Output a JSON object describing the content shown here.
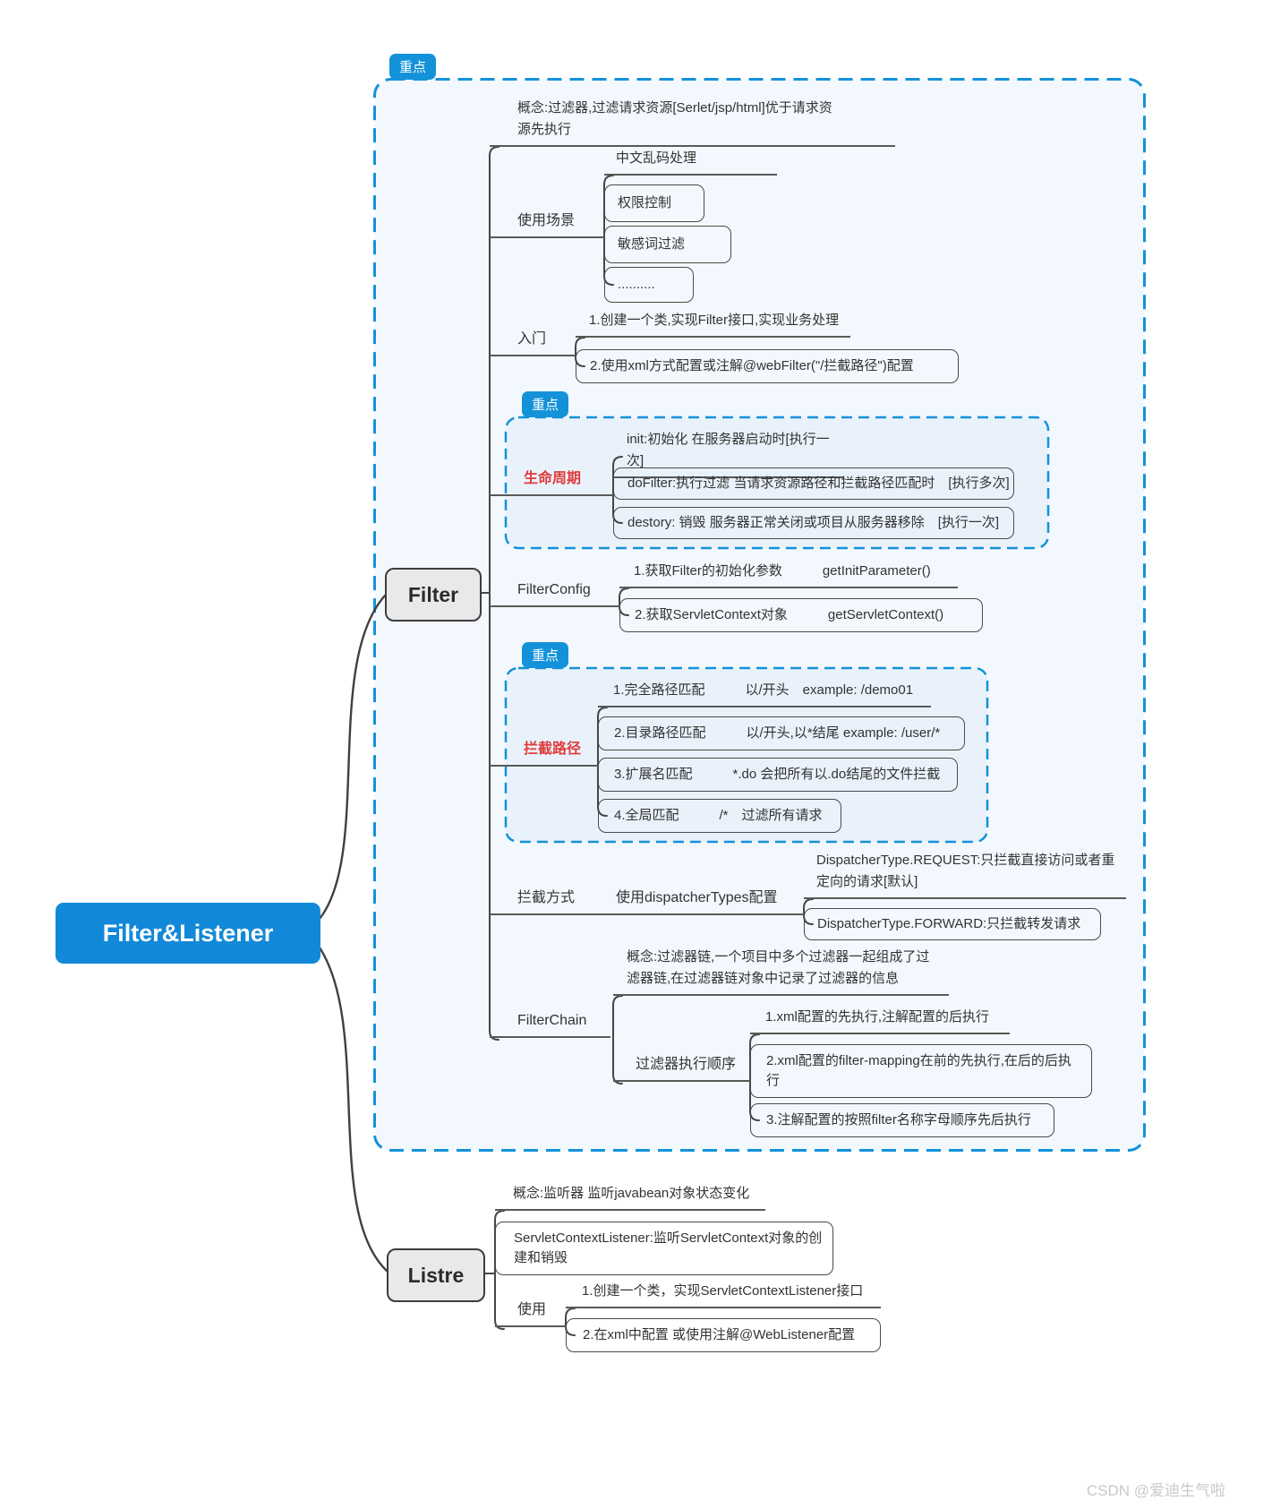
{
  "badge_label": "重点",
  "watermark": "CSDN @爱迪生气啦",
  "colors": {
    "accent": "#1392d9",
    "red_label": "#e03a3a",
    "root_blue": "#1289d8"
  },
  "root": {
    "label": "Filter&Listener"
  },
  "filter": {
    "node_label": "Filter",
    "concept": "概念:过滤器,过滤请求资源[Serlet/jsp/html]优于请求资源先执行",
    "usage_scenarios": {
      "label": "使用场景",
      "items": [
        "中文乱码处理",
        "权限控制",
        "敏感词过滤",
        ".........."
      ]
    },
    "getting_started": {
      "label": "入门",
      "items": [
        "1.创建一个类,实现Filter接口,实现业务处理",
        "2.使用xml方式配置或注解@webFilter(\"/拦截路径\")配置"
      ]
    },
    "lifecycle": {
      "label": "生命周期",
      "items": [
        "init:初始化 在服务器启动时[执行一次]",
        "doFilter:执行过滤 当请求资源路径和拦截路径匹配时　[执行多次]",
        "destory: 销毁 服务器正常关闭或项目从服务器移除　[执行一次]"
      ]
    },
    "filter_config": {
      "label": "FilterConfig",
      "items": [
        "1.获取Filter的初始化参数　　　getInitParameter()",
        "2.获取ServletContext对象　　　getServletContext()"
      ]
    },
    "intercept_path": {
      "label": "拦截路径",
      "items": [
        "1.完全路径匹配　　　以/开头　example: /demo01",
        "2.目录路径匹配　　　以/开头,以*结尾 example: /user/*",
        "3.扩展名匹配　　　*.do 会把所有以.do结尾的文件拦截",
        "4.全局匹配　　　/*　过滤所有请求"
      ]
    },
    "intercept_mode": {
      "label": "拦截方式",
      "config_label": "使用dispatcherTypes配置",
      "items": [
        "DispatcherType.REQUEST:只拦截直接访问或者重定向的请求[默认]",
        "DispatcherType.FORWARD:只拦截转发请求"
      ]
    },
    "filter_chain": {
      "label": "FilterChain",
      "concept": "概念:过滤器链,一个项目中多个过滤器一起组成了过滤器链,在过滤器链对象中记录了过滤器的信息",
      "exec_order": {
        "label": "过滤器执行顺序",
        "items": [
          "1.xml配置的先执行,注解配置的后执行",
          "2.xml配置的filter-mapping在前的先执行,在后的后执行",
          "3.注解配置的按照filter名称字母顺序先后执行"
        ]
      }
    }
  },
  "listener": {
    "node_label": "Listre",
    "concept": "概念:监听器 监听javabean对象状态变化",
    "servlet_context_listener": "ServletContextListener:监听ServletContext对象的创建和销毁",
    "usage": {
      "label": "使用",
      "items": [
        "1.创建一个类，实现ServletContextListener接口",
        "2.在xml中配置 或使用注解@WebListener配置"
      ]
    }
  }
}
